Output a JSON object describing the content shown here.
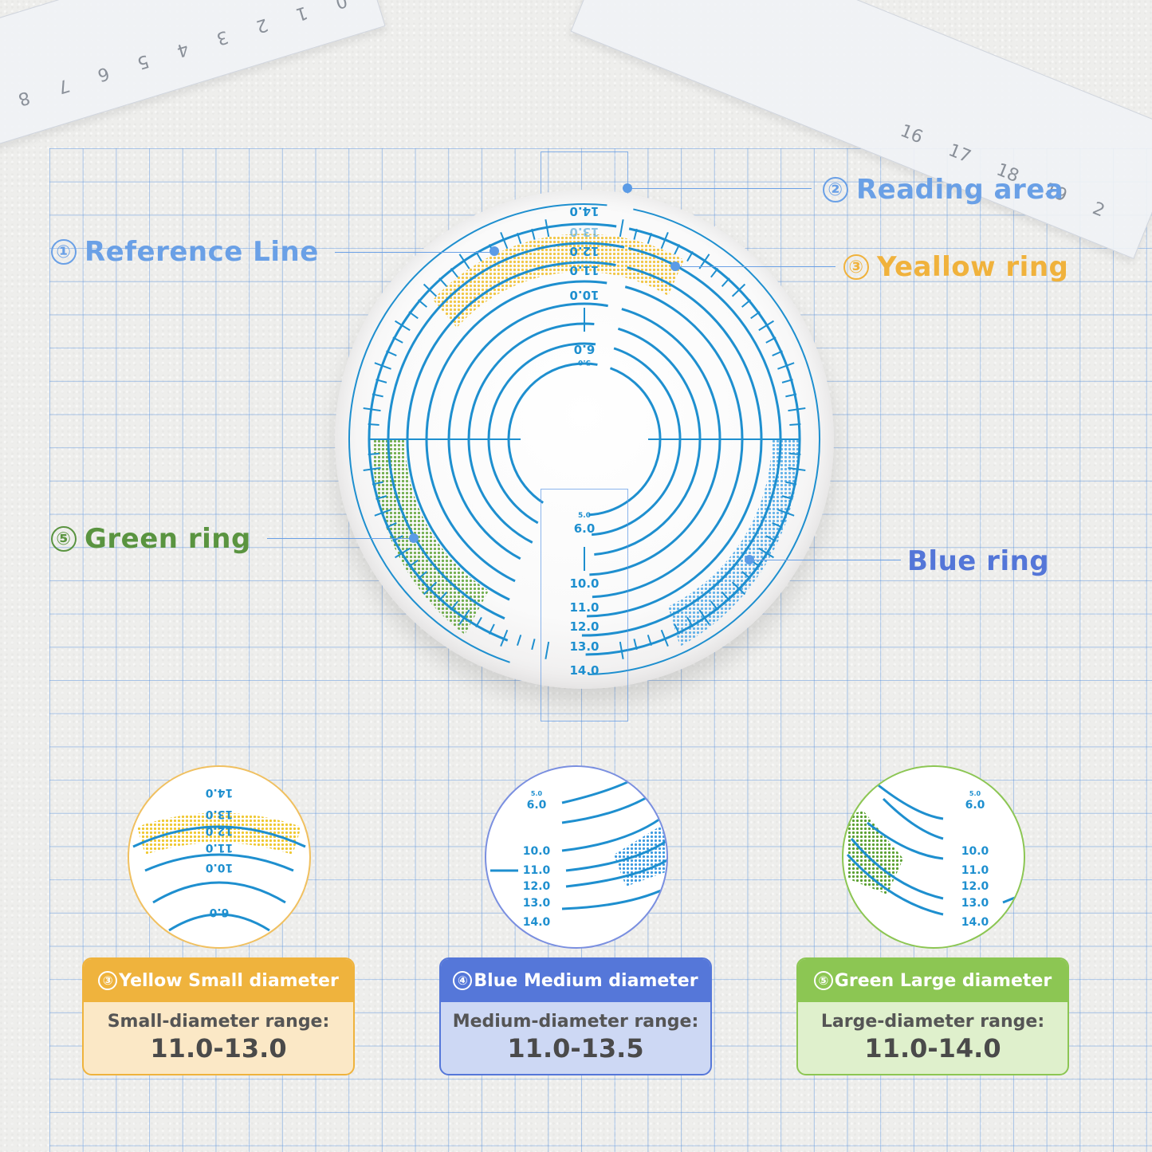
{
  "colors": {
    "reference": "#6aa0e6",
    "reading": "#6aa0e6",
    "yellow": "#f0b23c",
    "blue": "#5476d8",
    "green": "#5a9440",
    "scale_line": "#1e8fcf",
    "card_yellow_head": "#efb33d",
    "card_yellow_body": "#fbe8c6",
    "card_blue_head": "#5577d9",
    "card_blue_body": "#cdd8f4",
    "card_green_head": "#8cc653",
    "card_green_body": "#dff0cc"
  },
  "rulers": {
    "left_ticks": [
      "0",
      "1",
      "2",
      "3",
      "4",
      "5",
      "6",
      "7",
      "8"
    ],
    "right_ticks": [
      "16",
      "17",
      "18",
      "19",
      "2"
    ]
  },
  "callouts": [
    {
      "number": "①",
      "text": "Reference Line"
    },
    {
      "number": "②",
      "text": "Reading area"
    },
    {
      "number": "③",
      "text": "Yeallow ring"
    },
    {
      "number": "",
      "text": "Blue ring"
    },
    {
      "number": "⑤",
      "text": "Green ring"
    }
  ],
  "lens_scale": {
    "top_labels": [
      "14.0",
      "13.0",
      "12.0",
      "11.0",
      "10.0",
      "6.0",
      "5.0"
    ],
    "bottom_labels": [
      "5.0",
      "6.0",
      "10.0",
      "11.0",
      "12.0",
      "13.0",
      "14.0"
    ]
  },
  "cards": [
    {
      "number": "③",
      "title": "Yellow Small diameter",
      "subtitle": "Small-diameter range:",
      "value": "11.0-13.0"
    },
    {
      "number": "④",
      "title": "Blue Medium diameter",
      "subtitle": "Medium-diameter range:",
      "value": "11.0-13.5"
    },
    {
      "number": "⑤",
      "title": "Green Large diameter",
      "subtitle": "Large-diameter range:",
      "value": "11.0-14.0"
    }
  ]
}
